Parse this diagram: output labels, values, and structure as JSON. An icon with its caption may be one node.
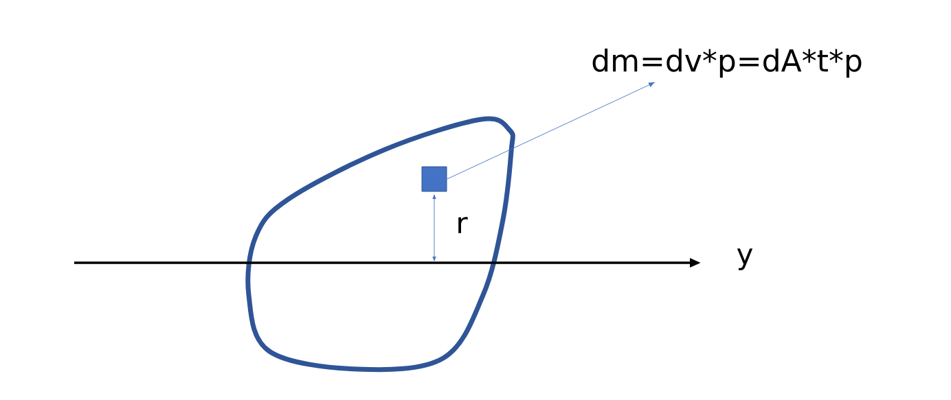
{
  "diagram": {
    "nodes": [
      {
        "text": [
          "dm=dv*p=dA*t*p"
        ]
      },
      {
        "text": [],
        "shape": "box"
      }
    ],
    "edges": [
      {
        "from": 1,
        "to": 0,
        "arrow": "to"
      }
    ],
    "labels": [
      "r",
      "y"
    ]
  }
}
